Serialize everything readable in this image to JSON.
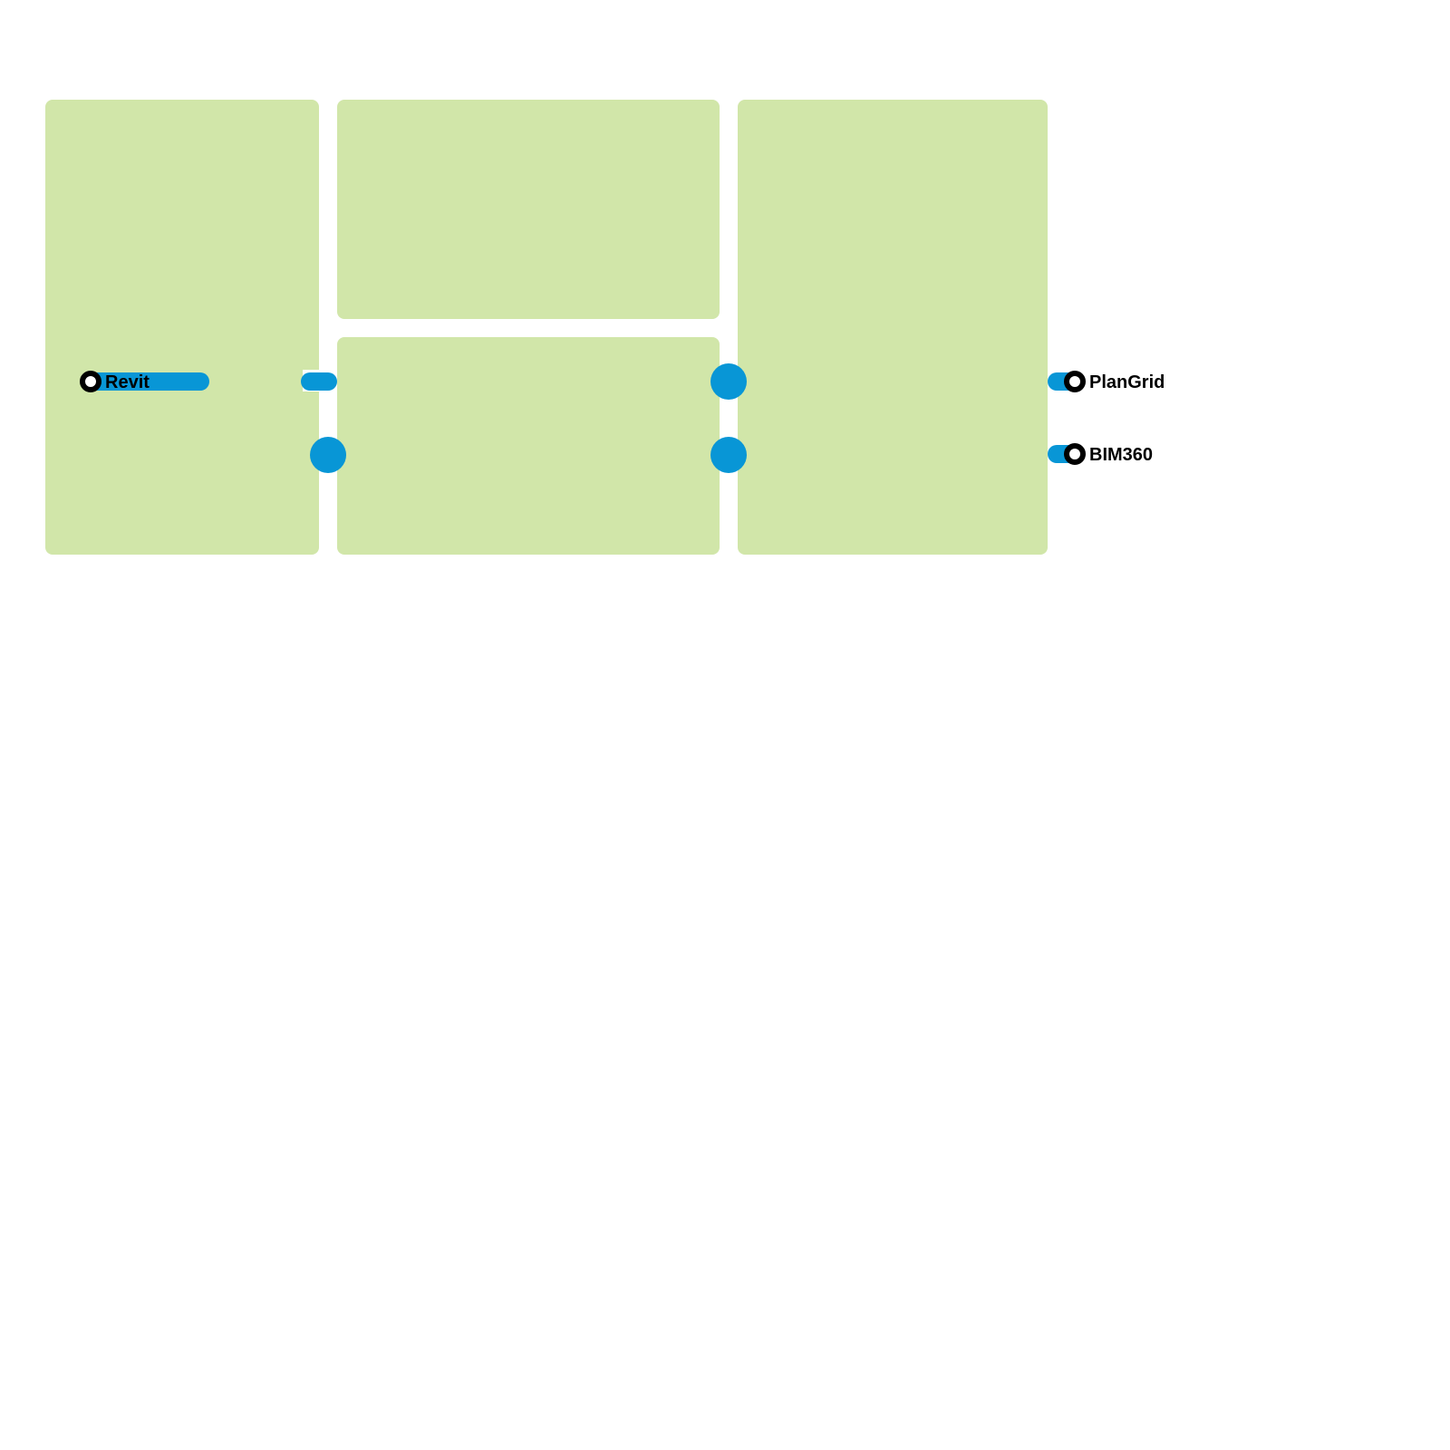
{
  "colors": {
    "background": "#ffffff",
    "panel_fill": "#d1e6a9",
    "connector": "#0896d6",
    "station_ring": "#000000",
    "station_center": "#ffffff",
    "label_text": "#000000"
  },
  "panels": [
    {
      "id": "panel-left"
    },
    {
      "id": "panel-center-top"
    },
    {
      "id": "panel-center-bottom"
    },
    {
      "id": "panel-right"
    }
  ],
  "stations": [
    {
      "id": "revit",
      "label": "Revit"
    },
    {
      "id": "plangrid",
      "label": "PlanGrid"
    },
    {
      "id": "bim360",
      "label": "BIM360"
    }
  ],
  "junctions": [
    {
      "id": "left-to-center-lower"
    },
    {
      "id": "center-to-right-upper"
    },
    {
      "id": "center-to-right-lower"
    }
  ]
}
